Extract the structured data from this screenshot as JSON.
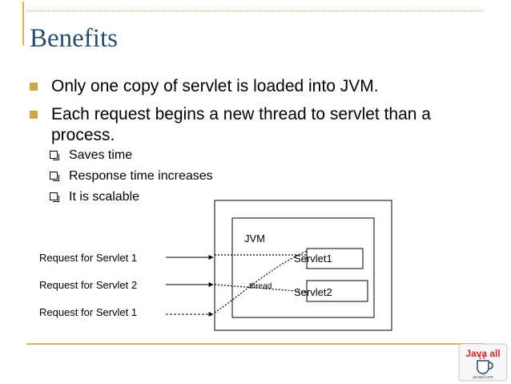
{
  "slide": {
    "title": "Benefits",
    "bullets": [
      {
        "text_line1": "Only one copy of servlet is loaded into JVM."
      },
      {
        "text_line1": "Each request begins a new thread to servlet than a",
        "text_line2": "process."
      }
    ],
    "sub_bullets": [
      "Saves time",
      "Response time increases",
      "It is scalable"
    ]
  },
  "diagram": {
    "container_label": "JVM",
    "servlets": [
      "Servlet1",
      "Servlet2"
    ],
    "thread_label": "thread",
    "requests": [
      "Request for Servlet 1",
      "Request for Servlet 2",
      "Request for Servlet 1"
    ]
  },
  "logo": {
    "text": "Java all",
    "tagline": "javaall.com"
  },
  "colors": {
    "title": "#2a4f6e",
    "accent": "#c9a845",
    "logo_red": "#c62828"
  }
}
